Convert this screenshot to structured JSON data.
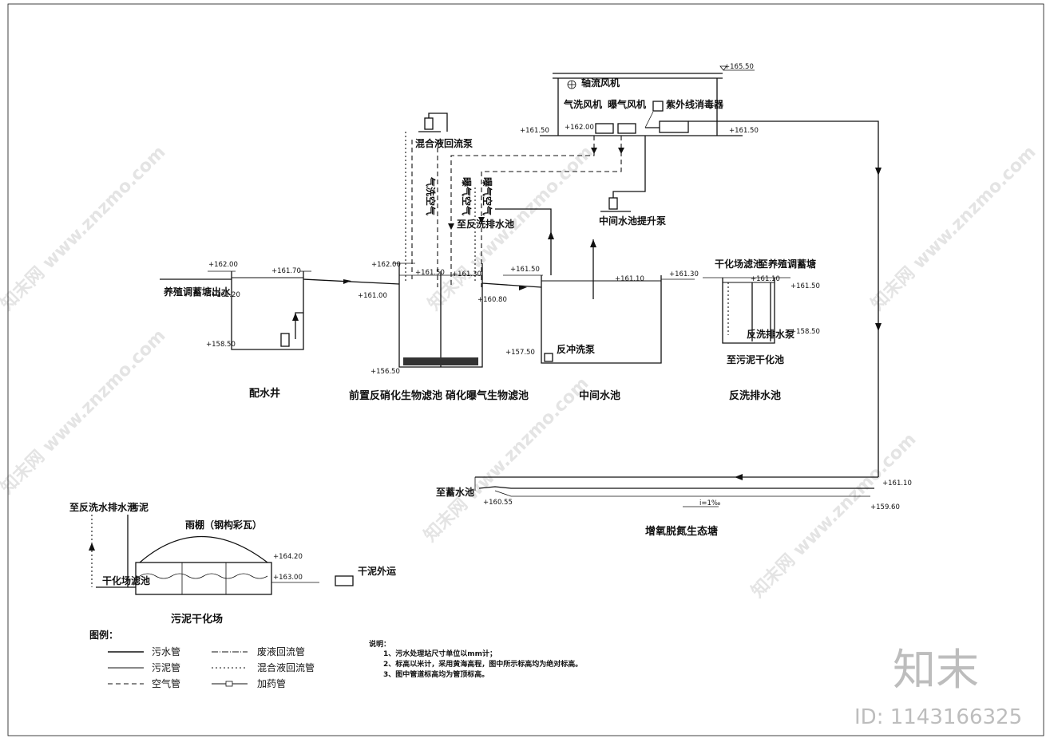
{
  "elevations": {
    "top_roof": "+165.50",
    "blower_floor_left": "+161.50",
    "blower_floor_mid": "+162.00",
    "blower_floor_right": "+161.50",
    "dist_well_top": "+162.00",
    "dist_well_water": "+161.70",
    "dist_well_pipe": "+161.20",
    "dist_well_bottom": "+158.50",
    "inlet_pipe": "+161.00",
    "denit_top": "+162.00",
    "denit_water": "+161.50",
    "nit_water": "+161.30",
    "nit_outlet": "+160.80",
    "denit_bottom": "+156.50",
    "mid_tank_top": "+161.50",
    "mid_tank_water": "+161.10",
    "mid_tank_right": "+161.30",
    "mid_tank_bottom": "+157.50",
    "bw_water": "+161.10",
    "bw_top": "+161.50",
    "bw_bottom": "+158.50",
    "pond_top": "+161.10",
    "pond_bottom": "+159.60",
    "pond_outlet": "+160.55",
    "sludge_top": "+164.20",
    "sludge_ground": "+163.00"
  },
  "labels": {
    "axial_fan": "轴流风机",
    "gas_wash_fan": "气洗风机",
    "aeration_fan": "曝气风机",
    "uv_disinfector": "紫外线消毒器",
    "mixed_return_pump": "混合液回流泵",
    "mid_lift_pump": "中间水池提升泵",
    "to_reflux_pool": "至反洗排水池",
    "inlet_text": "养殖调蓄塘出水",
    "backwash_pump": "反冲洗泵",
    "to_drying": "干化场滤池",
    "to_storage_pond": "至养殖调蓄塘",
    "bw_pump": "反洗排水泵",
    "to_sludge_dry": "至污泥干化池",
    "to_storage": "至蓄水池",
    "slope": "i=1‰",
    "sludge_to_bw": "至反洗水排水池",
    "sludge": "污泥",
    "rain_shed": "雨棚（钢构彩瓦）",
    "drying_filter": "干化场滤池",
    "dry_sludge_out": "干泥外运",
    "vert_gas": "气洗空气",
    "vert_aer": "曝气空气"
  },
  "titles": {
    "dist_well": "配水井",
    "denit": "前置反硝化生物滤池",
    "nit": "硝化曝气生物滤池",
    "mid_tank": "中间水池",
    "bw_tank": "反洗排水池",
    "pond": "增氧脱氮生态塘",
    "sludge_field": "污泥干化场"
  },
  "legend": {
    "title": "图例：",
    "items": [
      {
        "name": "污水管",
        "style": "solid-thick"
      },
      {
        "name": "污泥管",
        "style": "solid-thin"
      },
      {
        "name": "空气管",
        "style": "dashed"
      },
      {
        "name": "废液回流管",
        "style": "dash-dot"
      },
      {
        "name": "混合液回流管",
        "style": "dotted"
      },
      {
        "name": "加药管",
        "style": "chemical"
      }
    ]
  },
  "notes": {
    "title": "说明：",
    "lines": [
      "1、污水处理站尺寸单位以mm计；",
      "2、标高以米计，采用黄海高程，图中所示标高均为绝对标高。",
      "3、图中管道标高均为管顶标高。"
    ]
  },
  "branding": {
    "logo": "知末",
    "id_text": "ID: 1143166325",
    "watermark": "知末网 www.znzmo.com"
  }
}
